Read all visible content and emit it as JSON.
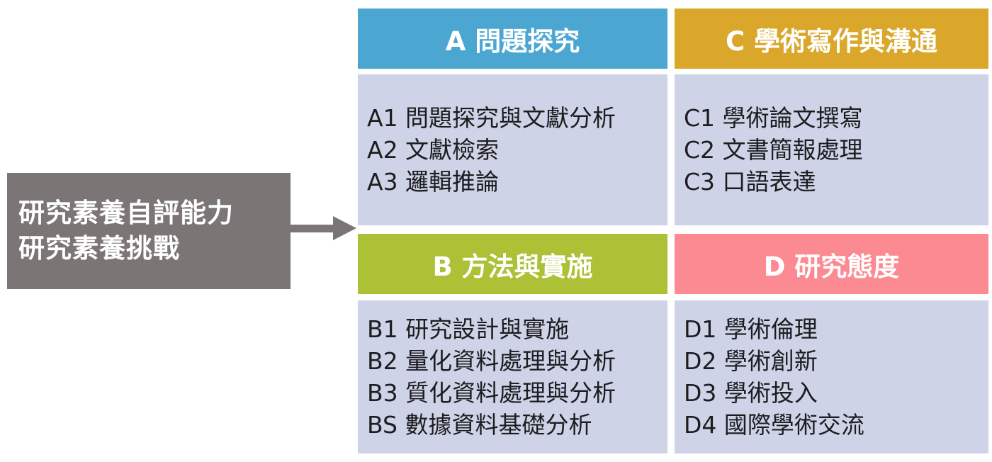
{
  "source": {
    "lines": [
      "研究素養自評能力",
      "研究素養挑戰"
    ]
  },
  "arrow": {
    "direction": "right",
    "color": "#7B7576"
  },
  "colors": {
    "source_box": "#7B7576",
    "quadrant_body": "#CED3E8",
    "header_a": "#4BA7D1",
    "header_c": "#DAA72B",
    "header_b": "#ACC135",
    "header_d": "#FC8A93",
    "header_text": "#ffffff",
    "item_text": "#1d1d1f"
  },
  "quadrants": [
    {
      "id": "A",
      "title": "A 問題探究",
      "color": "#4BA7D1",
      "items": [
        "A1 問題探究與文獻分析",
        "A2 文獻檢索",
        "A3 邏輯推論"
      ]
    },
    {
      "id": "C",
      "title": "C 學術寫作與溝通",
      "color": "#DAA72B",
      "items": [
        "C1 學術論文撰寫",
        "C2 文書簡報處理",
        "C3 口語表達"
      ]
    },
    {
      "id": "B",
      "title": "B 方法與實施",
      "color": "#ACC135",
      "items": [
        "B1 研究設計與實施",
        "B2 量化資料處理與分析",
        "B3 質化資料處理與分析",
        "BS 數據資料基礎分析"
      ]
    },
    {
      "id": "D",
      "title": "D 研究態度",
      "color": "#FC8A93",
      "items": [
        "D1 學術倫理",
        "D2 學術創新",
        "D3 學術投入",
        "D4 國際學術交流"
      ]
    }
  ]
}
